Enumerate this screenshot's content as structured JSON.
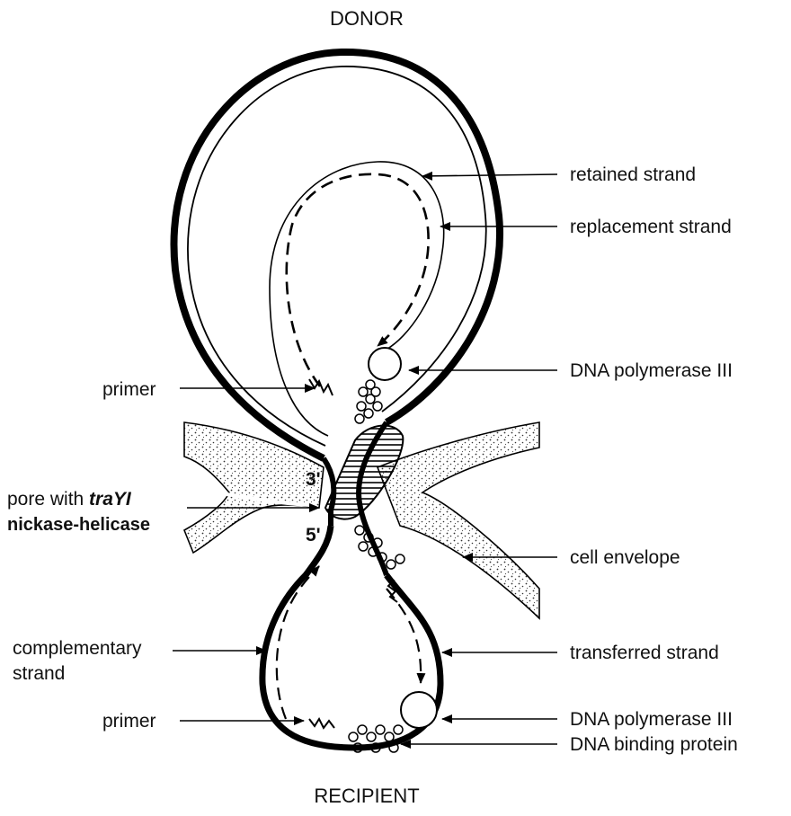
{
  "title_top": "DONOR",
  "title_bottom": "RECIPIENT",
  "labels": {
    "retained_strand": "retained strand",
    "replacement_strand": "replacement strand",
    "dna_pol_top": "DNA polymerase III",
    "primer_top": "primer",
    "pore_prefix": "pore with ",
    "pore_italic": "traYI",
    "nickase": "nickase-helicase",
    "cell_envelope": "cell envelope",
    "complementary_1": "complementary",
    "complementary_2": "strand",
    "transferred_strand": "transferred strand",
    "primer_bottom": "primer",
    "dna_pol_bottom": "DNA polymerase III",
    "dna_binding": "DNA binding protein"
  },
  "end_marks": {
    "three_prime": "3'",
    "five_prime": "5'"
  }
}
